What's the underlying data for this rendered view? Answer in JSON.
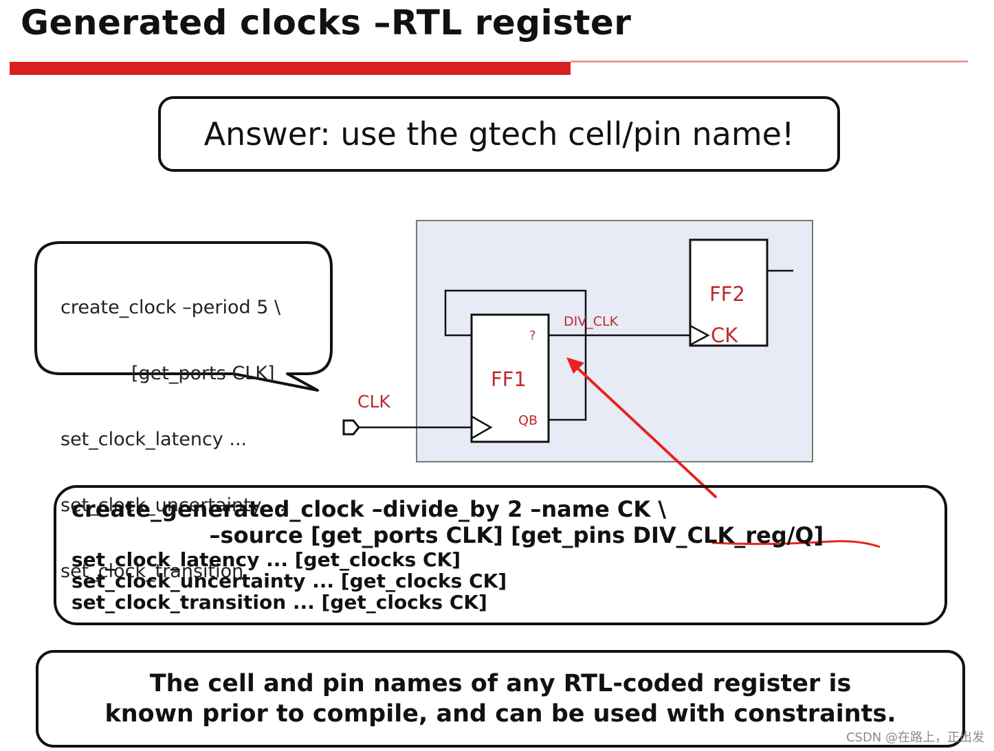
{
  "title": "Generated clocks –RTL register",
  "colors": {
    "accent": "#d7201f",
    "accent_light": "#e89a9a",
    "diagram_bg": "#e6ebf5",
    "label_red": "#c0282a"
  },
  "answer": "Answer: use the gtech cell/pin name!",
  "bubble": {
    "lines": [
      "create_clock –period 5 \\",
      "            [get_ports CLK]",
      "set_clock_latency ...",
      "set_clock_uncertainty ...",
      "set_clock_transition"
    ]
  },
  "diagram": {
    "clk_label": "CLK",
    "ff1_label": "FF1",
    "ff1_q": "?",
    "ff1_qb": "QB",
    "div_clk_label": "DIV_CLK",
    "ff2_label": "FF2",
    "ff2_ck": "CK"
  },
  "code": {
    "line1": "create_generated_clock –divide_by 2 –name CK \\",
    "line2_prefix": "                  –source [get_ports CLK] [get_pins ",
    "line2_pin": "DIV_CLK_reg/Q]",
    "line3": "set_clock_latency ... [get_clocks CK]",
    "line4": "set_clock_uncertainty ... [get_clocks CK]",
    "line5": "set_clock_transition ... [get_clocks CK]"
  },
  "footer": {
    "line1": "The cell and pin names of any RTL-coded register is",
    "line2": "known prior to compile, and can be used with constraints."
  },
  "watermark": "CSDN @在路上，正出发"
}
